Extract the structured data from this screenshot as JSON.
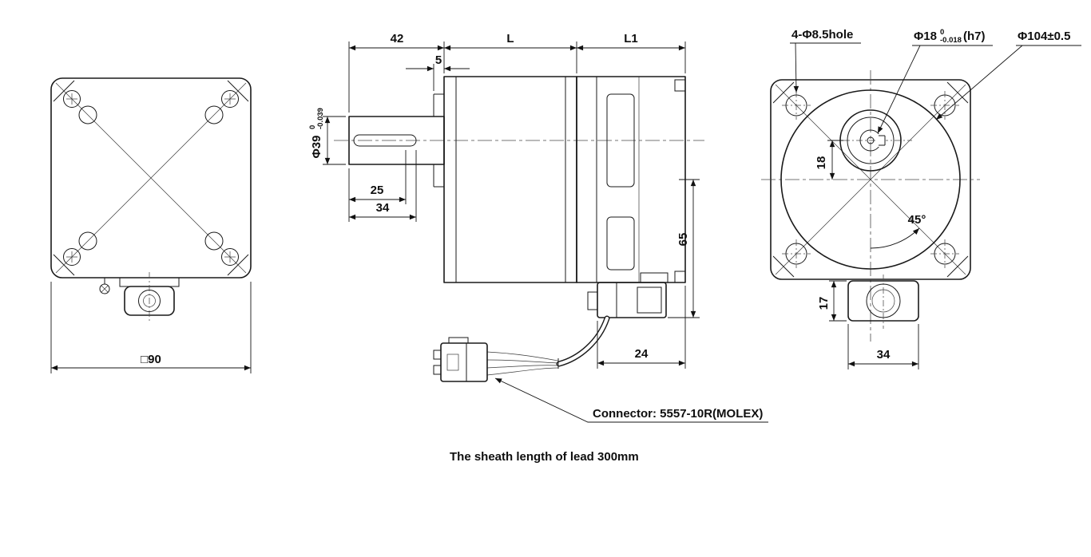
{
  "page": {
    "background": "#ffffff",
    "line_color": "#1a1a1a",
    "text_color": "#0f0f0f"
  },
  "rear_view": {
    "dim_square": "□90"
  },
  "side_view": {
    "dim_shaft_protrusion": "42",
    "dim_gearbox_length": "L",
    "dim_motor_length": "L1",
    "dim_pilot_depth": "5",
    "shaft_diameter": "Φ39",
    "shaft_tol_upper": "0",
    "shaft_tol_lower": "-0.039",
    "dim_keyway_length": "25",
    "dim_keyway_total": "34",
    "dim_connector_offset": "65",
    "dim_connector_width": "24",
    "connector_note": "Connector: 5557-10R(MOLEX)",
    "lead_note": "The sheath length of lead 300mm"
  },
  "front_view": {
    "corner_holes_label": "4-Φ8.5hole",
    "shaft_diameter": "Φ18",
    "shaft_tol_upper": "0",
    "shaft_tol_lower": "-0.018",
    "shaft_fit": "(h7)",
    "pilot_diameter": "Φ104±0.5",
    "dim_shaft_offset": "18",
    "dim_hole_angle": "45°",
    "dim_connector_height": "17",
    "dim_connector_width": "34"
  }
}
